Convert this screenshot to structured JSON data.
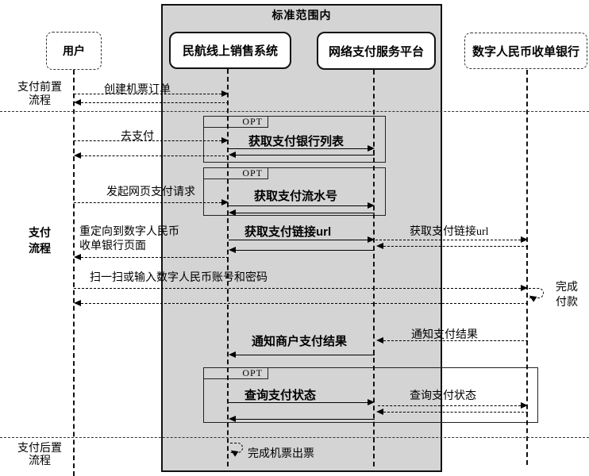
{
  "frame": {
    "title": "标准范围内"
  },
  "actors": {
    "user": {
      "label": "用户"
    },
    "sales": {
      "label": "民航线上销售系统"
    },
    "platform": {
      "label": "网络支付服务平台"
    },
    "bank": {
      "label": "数字人民币收单银行"
    }
  },
  "sections": {
    "pre": {
      "line1": "支付前置",
      "line2": "流程"
    },
    "main": {
      "line1": "支付",
      "line2": "流程"
    },
    "post": {
      "line1": "支付后置",
      "line2": "流程"
    }
  },
  "fragments": {
    "opt1": {
      "label": "OPT"
    },
    "opt2": {
      "label": "OPT"
    },
    "opt3": {
      "label": "OPT"
    }
  },
  "messages": {
    "create_order": "创建机票订单",
    "go_pay": "去支付",
    "get_bank_list": "获取支付银行列表",
    "initiate_web_pay": "发起网页支付请求",
    "get_serial_no": "获取支付流水号",
    "get_pay_url": "获取支付链接url",
    "get_pay_url_bank": "获取支付链接url",
    "redirect_line1": "重定向到数字人民币",
    "redirect_line2": "收单银行页面",
    "scan_or_input": "扫一扫或输入数字人民币账号和密码",
    "complete_pay_line1": "完成",
    "complete_pay_line2": "付款",
    "notify_merchant": "通知商户支付结果",
    "notify_result": "通知支付结果",
    "query_status": "查询支付状态",
    "query_status_bank": "查询支付状态",
    "complete_ticket": "完成机票出票"
  },
  "colors": {
    "frame_fill": "#d4d4d4",
    "line": "#000000",
    "background": "#ffffff"
  }
}
